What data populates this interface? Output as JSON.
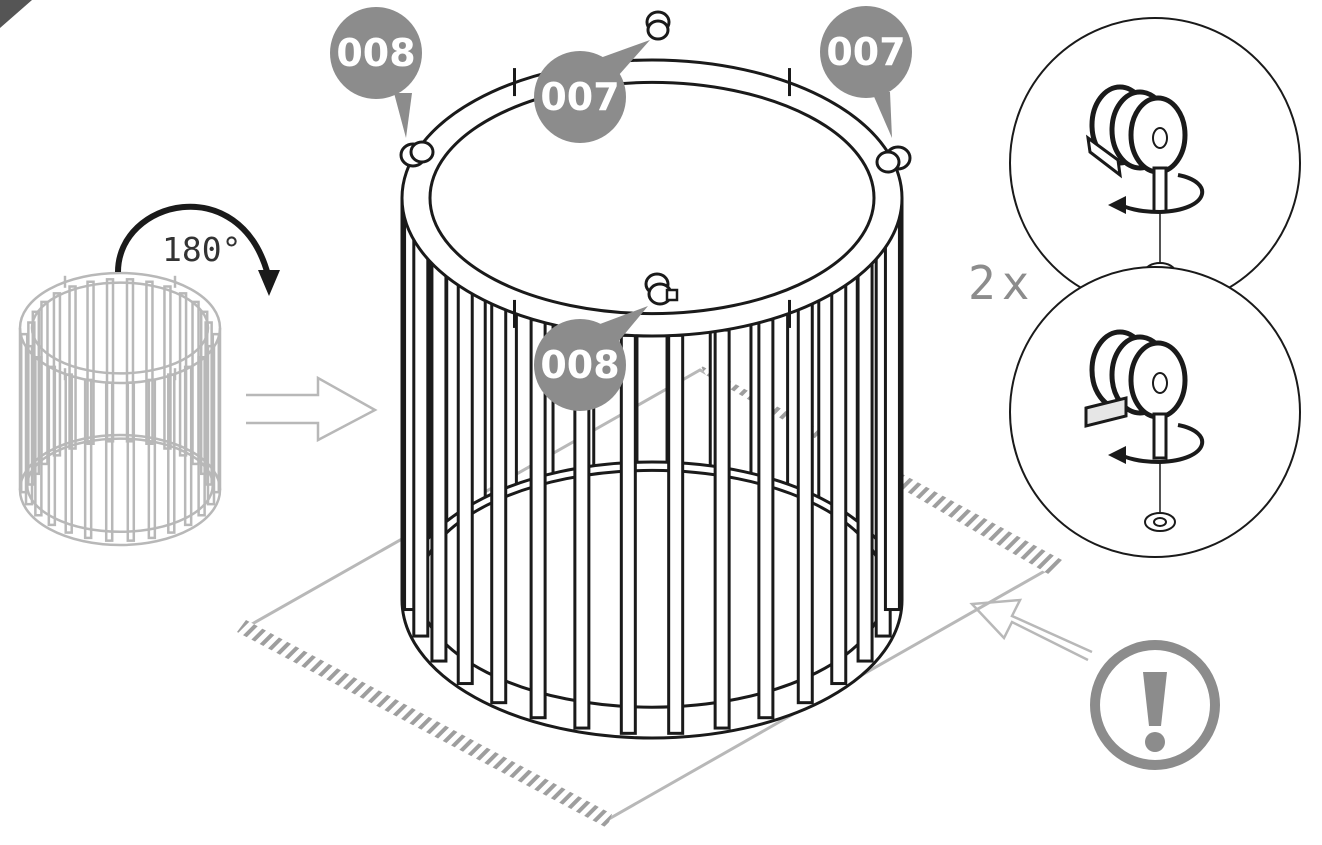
{
  "labels": {
    "callout_top_left": "008",
    "callout_top_center": "007",
    "callout_top_right": "007",
    "callout_front": "008"
  },
  "rotation_text": "180°",
  "quantity_text": "2x",
  "icons": {
    "rotate_arrow": "curved-arrow-icon",
    "direction_arrow": "hollow-arrow-icon",
    "warning": "exclamation-icon",
    "screw_clockwise": "rotate-arrow-icon"
  },
  "colors": {
    "callout": "#8c8c8c",
    "line": "#1a1a1a",
    "faded": "#b8b8b8",
    "hatch": "#9e9e9e"
  }
}
